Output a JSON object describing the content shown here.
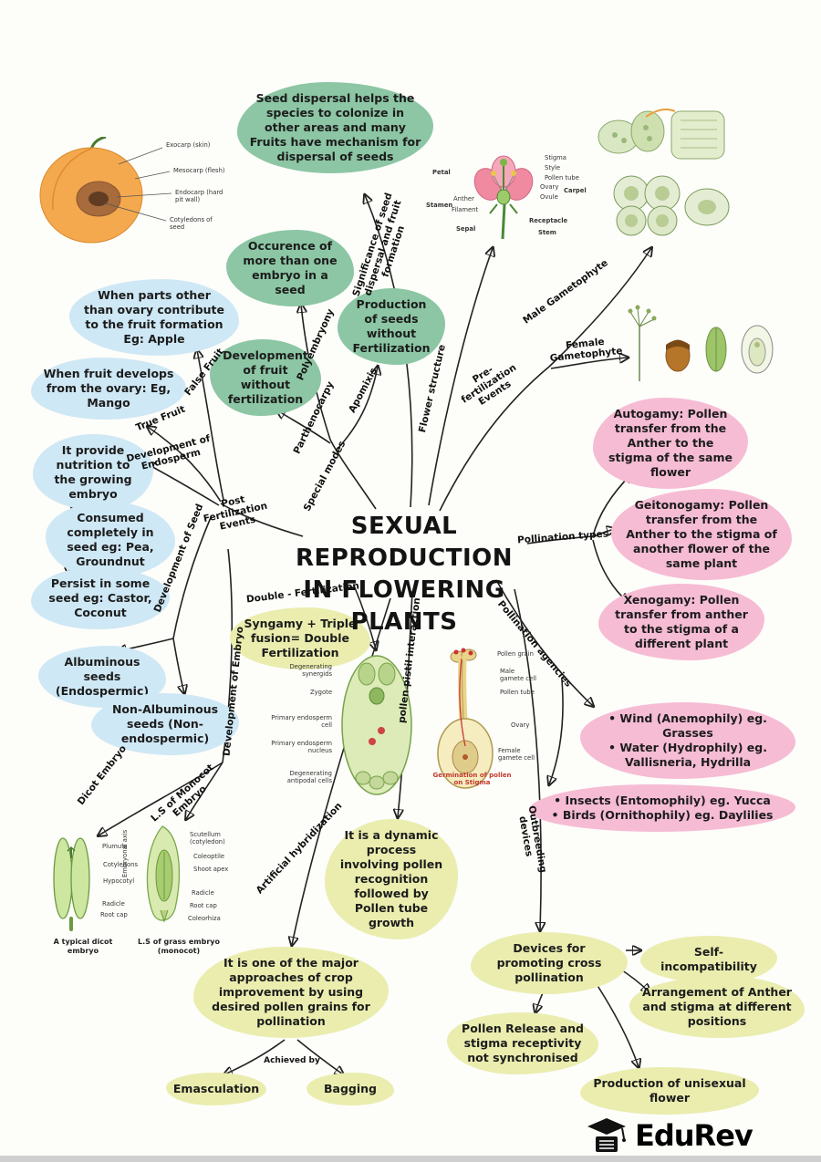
{
  "title": {
    "line1": "SEXUAL REPRODUCTION",
    "line2": "IN FLOWERING PLANTS"
  },
  "logo": {
    "name": "EduRev"
  },
  "colors": {
    "green": "#8cc6a4",
    "blue": "#cfe8f5",
    "pink": "#f6bcd4",
    "yellow": "#eaedae",
    "arrow": "#222222"
  },
  "bubbles": {
    "seed_dispersal": "Seed dispersal helps the species to colonize in other areas and many Fruits have mechanism for dispersal of seeds",
    "polyembryony_def": "Occurence of more than one embryo in a seed",
    "apomixis_def": "Production of seeds without Fertilization",
    "parthenocarpy_def": "Development of fruit without fertilization",
    "false_fruit_def": "When parts other than ovary contribute to the fruit formation Eg: Apple",
    "true_fruit_def": "When fruit develops from the ovary: Eg, Mango",
    "endosperm_def": "It provide nutrition to the growing embryo",
    "consumed": "Consumed completely in seed eg: Pea, Groundnut",
    "persist": "Persist in some seed eg: Castor, Coconut",
    "albuminous": "Albuminous seeds (Endospermic)",
    "non_albuminous": "Non-Albuminous seeds (Non-endospermic)",
    "autogamy": "Autogamy: Pollen transfer from the Anther to the stigma of the same flower",
    "geitonogamy": "Geitonogamy: Pollen transfer from the Anther to the stigma of another flower of the same plant",
    "xenogamy": "Xenogamy: Pollen transfer from anther to the stigma of a different plant",
    "abiotic_agencies": "• Wind (Anemophily) eg. Grasses\n• Water (Hydrophily) eg. Vallisneria, Hydrilla",
    "biotic_agencies": "• Insects (Entomophily) eg. Yucca\n• Birds (Ornithophily) eg. Daylilies",
    "double_fert": "Syngamy + Triple fusion= Double Fertilization",
    "pollen_pistil_def": "It is a dynamic process involving pollen recognition followed by Pollen tube growth",
    "artificial_hyb_def": "It is one of the major approaches of crop improvement by using desired pollen grains for pollination",
    "emasculation": "Emasculation",
    "bagging": "Bagging",
    "devices": "Devices for promoting cross pollination",
    "self_incompat": "Self-incompatibility",
    "arrangement": "Arrangement of Anther and stigma at different positions",
    "pollen_release": "Pollen Release and stigma receptivity not synchronised",
    "unisexual": "Production of unisexual flower"
  },
  "branch_labels": {
    "significance": "Significance of seed dispersal and fruit formation",
    "polyembryony": "Polyembryony",
    "apomixis": "Apomixis",
    "parthenocarpy": "Parthenocarpy",
    "special_modes": "Special modes",
    "false_fruit": "False Fruit",
    "true_fruit": "True Fruit",
    "dev_endosperm": "Development of Endosperm",
    "post_fert": "Post Fertilization Events",
    "dev_seed": "Development of Seed",
    "dev_embryo": "Development of Embryo",
    "dicot_embryo": "Dicot Embryo",
    "ls_monocot": "L.S of Monocot Embryo",
    "double_fert": "Double - Fertilization",
    "pollen_pistil": "pollen pistil interaction",
    "artificial_hyb": "Artificial hybridization",
    "flower_structure": "Flower structure",
    "pre_fert": "Pre-fertilization Events",
    "male_gam": "Male Gametophyte",
    "female_gam": "Female Gametophyte",
    "pollination_types": "Pollination types",
    "pollination_agencies": "Pollination agencies",
    "outbreeding": "Outbreeding devices",
    "achieved_by": "Achieved by"
  },
  "illustrations": {
    "fruit": {
      "labels": [
        "Exocarp (skin)",
        "Mesocarp (flesh)",
        "Endocarp (hard pit wall)",
        "Cotyledons of seed"
      ]
    },
    "flower": {
      "labels_left": [
        "Petal",
        "Stamen",
        "Anther",
        "Filament",
        "Sepal"
      ],
      "labels_right": [
        "Stigma",
        "Style",
        "Pollen tube",
        "Carpel",
        "Ovary",
        "Ovule",
        "Receptacle",
        "Stem"
      ]
    },
    "embryo_sac": {
      "labels": [
        "Degenerating synergids",
        "Zygote",
        "Primary endosperm cell",
        "Primary endosperm nucleus",
        "Degenerating antipodal cells"
      ]
    },
    "pistil": {
      "labels": [
        "Pollen grain",
        "Male gamete cell",
        "Pollen tube",
        "Ovary",
        "Female gamete cell"
      ],
      "caption": "Germination of pollen on Stigma"
    },
    "dicot": {
      "labels": [
        "Plumule",
        "Cotyledons",
        "Hypocotyl",
        "Radicle",
        "Root cap"
      ],
      "axis_label": "Embryonal axis",
      "caption": "A typical dicot embryo"
    },
    "grass": {
      "labels": [
        "Scutellum (cotyledon)",
        "Coleoptile",
        "Shoot apex",
        "Radicle",
        "Root cap",
        "Coleorhiza"
      ],
      "caption": "L.S of grass embryo (monocot)"
    }
  }
}
